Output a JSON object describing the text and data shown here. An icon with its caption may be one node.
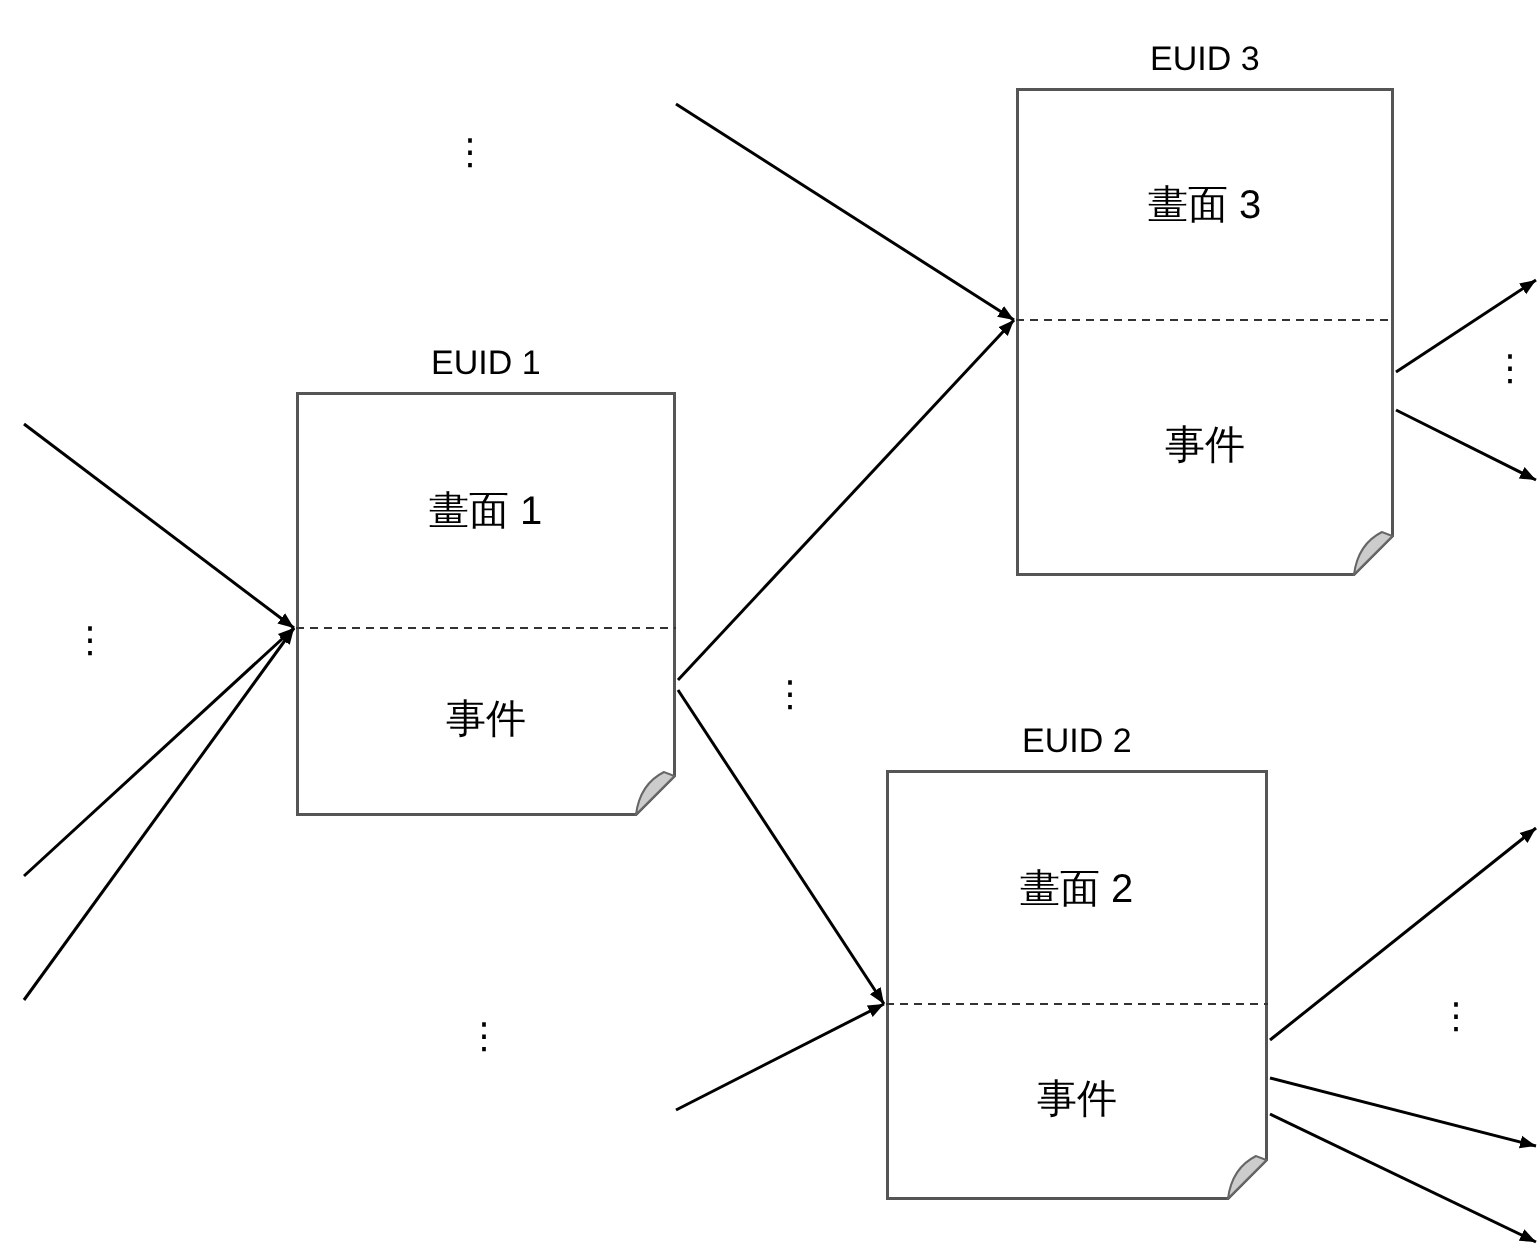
{
  "diagram": {
    "nodes": [
      {
        "text": [
          "EUID 1",
          "畫面 1",
          "事件"
        ]
      },
      {
        "text": [
          "EUID 3",
          "畫面 3",
          "事件"
        ]
      },
      {
        "text": [
          "EUID 2",
          "畫面 2",
          "事件"
        ]
      }
    ],
    "edges": [
      {
        "from": null,
        "to": 0,
        "arrow": "to"
      },
      {
        "from": null,
        "to": 0,
        "arrow": "to"
      },
      {
        "from": null,
        "to": 0,
        "arrow": "to"
      },
      {
        "from": 0,
        "to": 1,
        "arrow": "to"
      },
      {
        "from": 0,
        "to": 2,
        "arrow": "to"
      },
      {
        "from": null,
        "to": 1,
        "arrow": "to"
      },
      {
        "from": null,
        "to": 2,
        "arrow": "to"
      },
      {
        "from": 1,
        "to": null,
        "arrow": "to"
      },
      {
        "from": 1,
        "to": null,
        "arrow": "to"
      },
      {
        "from": 2,
        "to": null,
        "arrow": "to"
      },
      {
        "from": 2,
        "to": null,
        "arrow": "to"
      },
      {
        "from": 2,
        "to": null,
        "arrow": "to"
      }
    ],
    "labels": [
      "⋮",
      "⋮",
      "⋮",
      "⋮",
      "⋮",
      "⋮"
    ]
  }
}
